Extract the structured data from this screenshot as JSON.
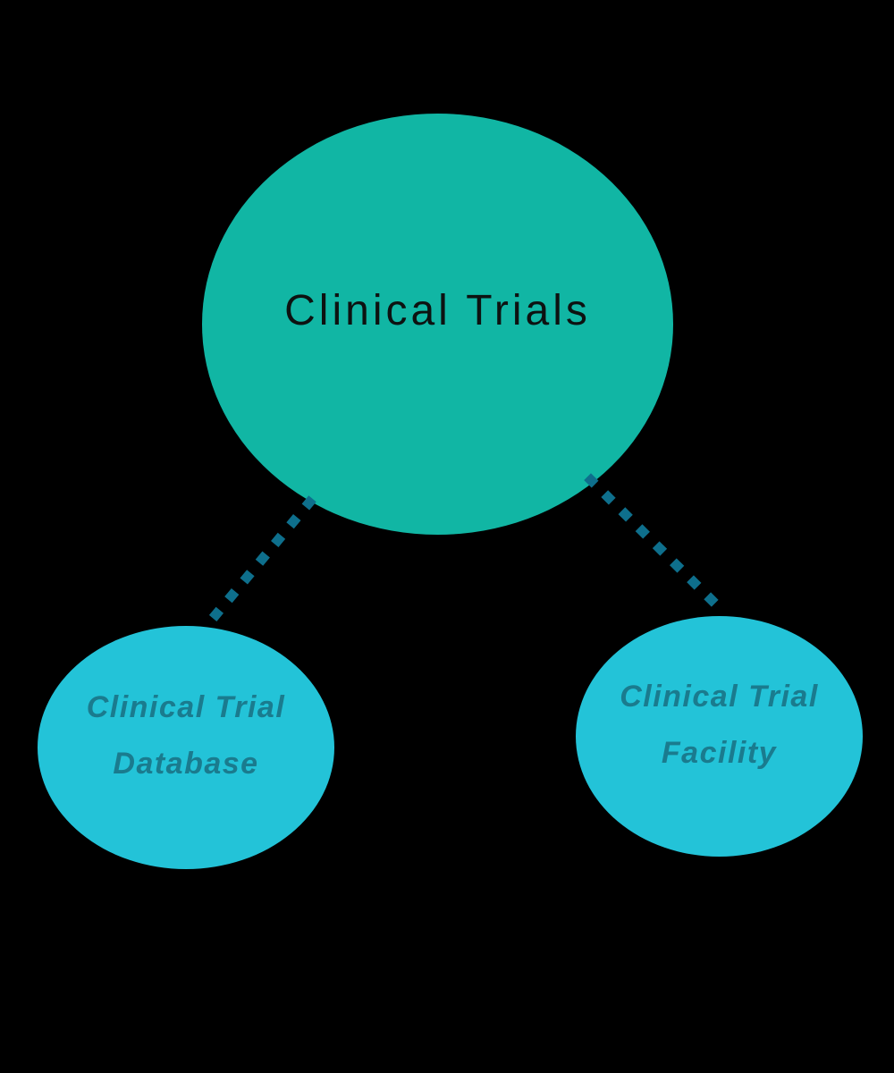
{
  "background": "#000000",
  "nodes": {
    "root": {
      "label": "Clinical Trials",
      "fill": "#11b6a4",
      "text_color": "#0d1211"
    },
    "database": {
      "lines": [
        "Clinical Trial",
        "Database"
      ],
      "fill": "#23c3d8",
      "text_color": "#1a7b8e"
    },
    "facility": {
      "lines": [
        "Clinical Trial",
        "Facility"
      ],
      "fill": "#23c3d8",
      "text_color": "#1a7b8e"
    }
  },
  "connectors": {
    "color": "#0e6f8c",
    "style": "dotted"
  }
}
